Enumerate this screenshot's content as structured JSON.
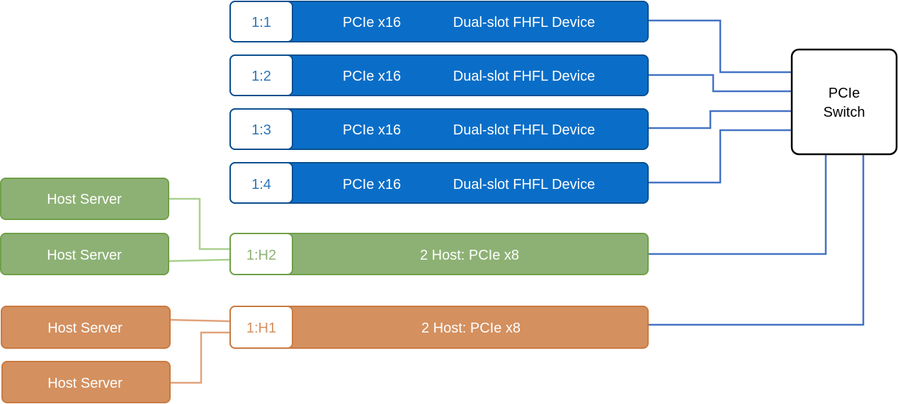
{
  "colors": {
    "blue_fill": "#0a6ec8",
    "blue_border": "#0a4f8f",
    "blue_text": "#2e75b6",
    "green_fill": "#8db174",
    "green_border": "#6fa048",
    "green_text": "#8db174",
    "orange_fill": "#d4905f",
    "orange_border": "#c97a42",
    "orange_text": "#d4905f",
    "link_blue": "#4472c4",
    "link_green": "#a9d08e",
    "link_orange": "#e0a27a",
    "switch_border": "#000000"
  },
  "slots": [
    {
      "id": "1:1",
      "interface": "PCIe x16",
      "device": "Dual-slot FHFL Device"
    },
    {
      "id": "1:2",
      "interface": "PCIe x16",
      "device": "Dual-slot FHFL Device"
    },
    {
      "id": "1:3",
      "interface": "PCIe x16",
      "device": "Dual-slot FHFL Device"
    },
    {
      "id": "1:4",
      "interface": "PCIe x16",
      "device": "Dual-slot FHFL Device"
    }
  ],
  "host_slots": [
    {
      "id": "1:H2",
      "label": "2 Host: PCIe x8"
    },
    {
      "id": "1:H1",
      "label": "2 Host: PCIe x8"
    }
  ],
  "host_servers": {
    "green": [
      "Host Server",
      "Host Server"
    ],
    "orange": [
      "Host Server",
      "Host Server"
    ]
  },
  "switch": {
    "line1": "PCIe",
    "line2": "Switch"
  }
}
